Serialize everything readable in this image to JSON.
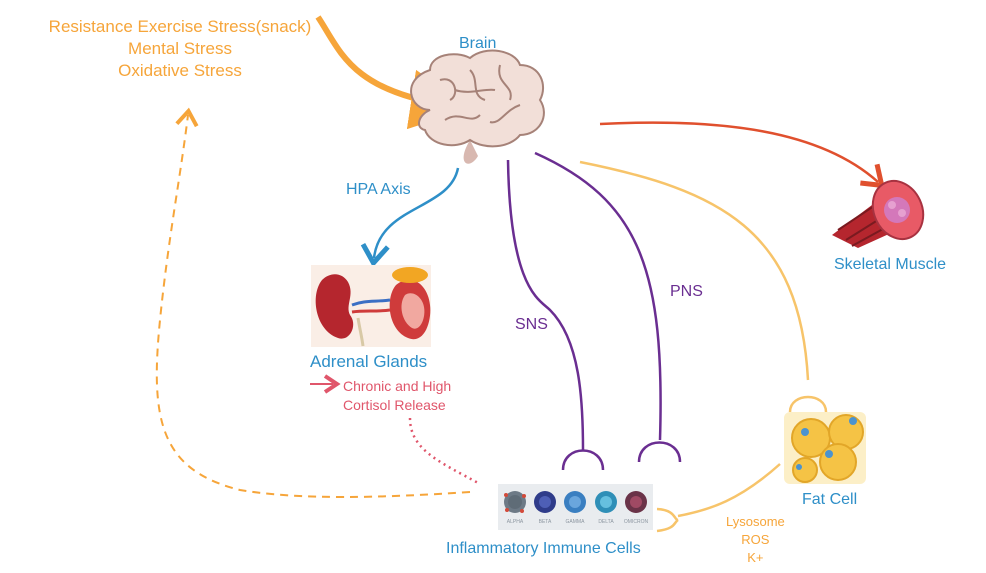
{
  "stressors": {
    "line1": "Resistance Exercise Stress(snack)",
    "line2": "Mental Stress",
    "line3": "Oxidative Stress"
  },
  "nodes": {
    "brain": "Brain",
    "adrenal": "Adrenal Glands",
    "muscle": "Skeletal Muscle",
    "fat": "Fat Cell",
    "immune": "Inflammatory Immune Cells"
  },
  "pathways": {
    "hpa": "HPA  Axis",
    "sns": "SNS",
    "pns": "PNS"
  },
  "cortisol": {
    "line1": "Chronic and High",
    "line2": "Cortisol Release"
  },
  "secretions": {
    "line1": "Lysosome",
    "line2": "ROS",
    "line3": "K+"
  },
  "immune_variants": [
    "ALPHA",
    "BETA",
    "GAMMA",
    "DELTA",
    "OMICRON"
  ],
  "colors": {
    "orange": "#f6a53a",
    "blue": "#2e8fc8",
    "purple": "#6a2e91",
    "red_arrow": "#e0502e",
    "cortisol_pink": "#e0566b"
  },
  "icons": [
    "brain-icon",
    "kidney-adrenal-icon",
    "muscle-fiber-icon",
    "fat-cell-icon",
    "virus-cells-icon"
  ]
}
